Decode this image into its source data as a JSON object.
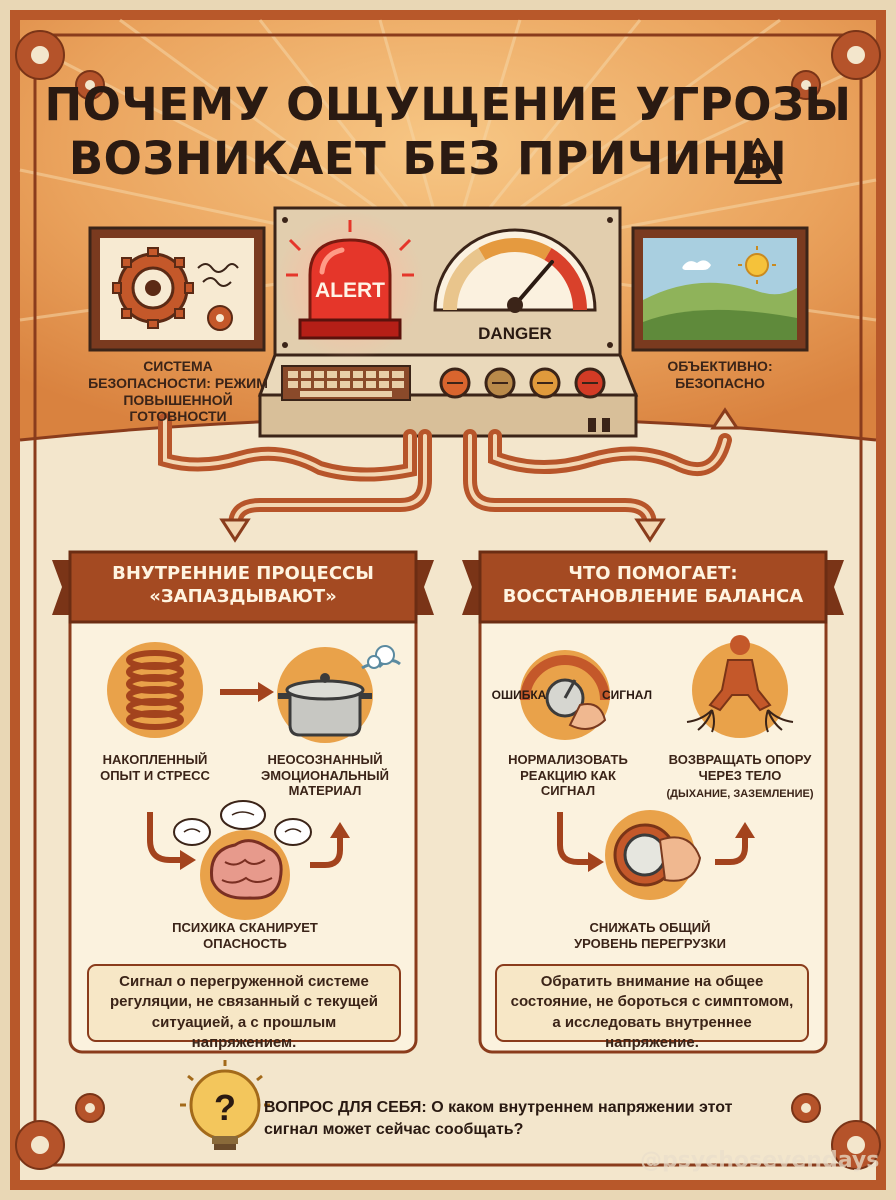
{
  "title": {
    "line1": "ПОЧЕМУ ОЩУЩЕНИЕ УГРОЗЫ",
    "line2": "ВОЗНИКАЕТ БЕЗ ПРИЧИНЫ"
  },
  "console": {
    "alert_label": "ALERT",
    "gauge_label": "DANGER"
  },
  "left_top_label": "СИСТЕМА БЕЗОПАСНОСТИ: РЕЖИМ ПОВЫШЕННОЙ ГОТОВНОСТИ",
  "right_top_label": "ОБЪЕКТИВНО: БЕЗОПАСНО",
  "left_panel": {
    "banner": "ВНУТРЕННИЕ ПРОЦЕССЫ «ЗАПАЗДЫВАЮТ»",
    "items": [
      {
        "label": "НАКОПЛЕННЫЙ ОПЫТ И СТРЕСС",
        "icon": "spring-icon"
      },
      {
        "label": "НЕОСОЗНАННЫЙ ЭМОЦИОНАЛЬНЫЙ МАТЕРИАЛ",
        "icon": "steaming-pot-icon"
      },
      {
        "label": "ПСИХИКА СКАНИРУЕТ ОПАСНОСТЬ",
        "icon": "brain-icon"
      }
    ],
    "note": "Сигнал о перегруженной системе регуляции, не связанный с текущей ситуацией, а с прошлым напряжением."
  },
  "right_panel": {
    "banner": "ЧТО ПОМОГАЕТ: ВОССТАНОВЛЕНИЕ БАЛАНСА",
    "dial_left": "ОШИБКА",
    "dial_right": "СИГНАЛ",
    "items": [
      {
        "label": "НОРМАЛИЗОВАТЬ РЕАКЦИЮ КАК СИГНАЛ",
        "icon": "dial-hand-icon"
      },
      {
        "label": "ВОЗВРАЩАТЬ ОПОРУ ЧЕРЕЗ ТЕЛО",
        "sub": "(ДЫХАНИЕ, ЗАЗЕМЛЕНИЕ)",
        "icon": "grounded-body-icon"
      },
      {
        "label": "СНИЖАТЬ ОБЩИЙ УРОВЕНЬ ПЕРЕГРУЗКИ",
        "icon": "knob-hand-icon"
      }
    ],
    "note": "Обратить внимание на общее состояние, не бороться с симптомом, а исследовать внутреннее напряжение."
  },
  "question": {
    "prefix": "ВОПРОС ДЛЯ СЕБЯ:",
    "text": "О каком внутреннем напряжении этот сигнал может сейчас сообщать?"
  },
  "watermark": "@psychosevendays",
  "colors": {
    "background": "#f3e6cc",
    "frame": "#b8582a",
    "banner": "#a44a22",
    "panel": "#fbf2de",
    "alert_red": "#e5362a",
    "text": "#2a1a12"
  }
}
